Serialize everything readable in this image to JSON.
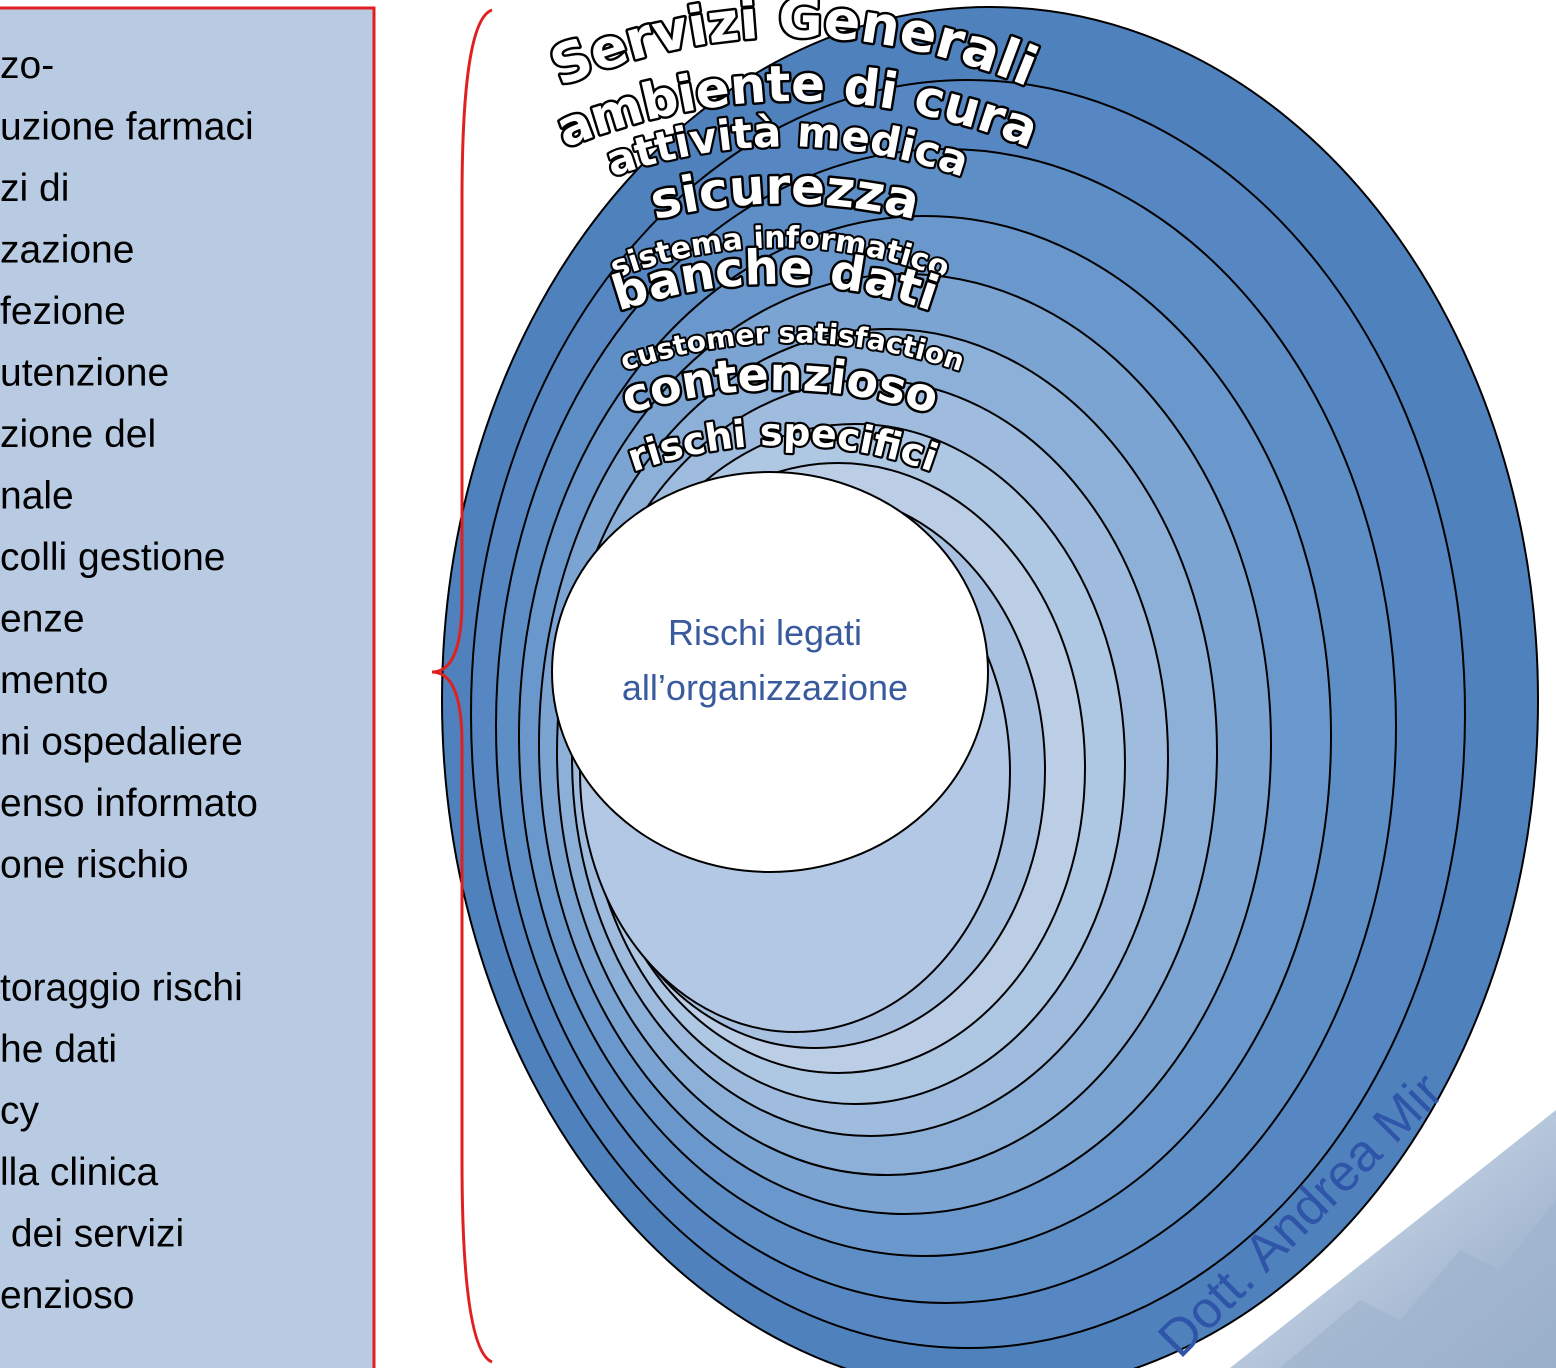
{
  "colors": {
    "ring_outer": "#4f81bd",
    "ring_inner": "#bccde6",
    "panel_fill": "#a8c0dd",
    "panel_border": "#e02020",
    "brace": "#e02020",
    "center_text": "#3a5a9e",
    "watermark_text": "#2f55a8"
  },
  "rings": [
    {
      "label": "Servizi Generali"
    },
    {
      "label": "ambiente di cura"
    },
    {
      "label": "attività medica"
    },
    {
      "label": "sicurezza"
    },
    {
      "label": "sistema informatico"
    },
    {
      "label": "banche dati"
    },
    {
      "label": "customer satisfaction"
    },
    {
      "label": "contenzioso"
    },
    {
      "label": "rischi specifici"
    }
  ],
  "center": {
    "line1": "Rischi legati",
    "line2": "all’organizzazione"
  },
  "list": [
    "zo-",
    "uzione farmaci",
    "zi di",
    "zazione",
    "fezione",
    "utenzione",
    "zione del",
    "nale",
    "colli gestione",
    "enze",
    "mento",
    "ni ospedaliere",
    "enso informato",
    "one rischio",
    "",
    "toraggio rischi",
    "he dati",
    "cy",
    "lla clinica",
    " dei servizi",
    "enzioso"
  ],
  "watermark": "Dott. Andrea Mir"
}
